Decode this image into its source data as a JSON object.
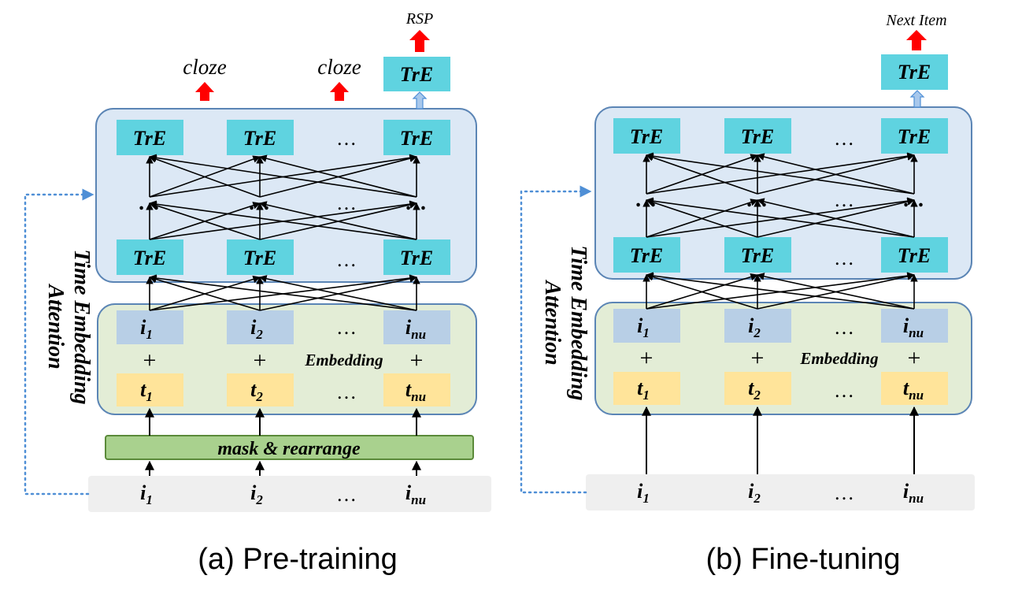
{
  "panels": [
    {
      "id": "pretraining",
      "caption": "(a) Pre-training",
      "side_label_line1": "Time Embedding",
      "side_label_line2": "Attention",
      "top_output_label": "RSP",
      "cloze_label": "cloze",
      "trE_label": "TrE",
      "dots": "…",
      "embedding_label": "Embedding",
      "mask_label": "mask & rearrange",
      "item_labels": [
        "i",
        "i",
        "i"
      ],
      "item_subscripts": [
        "1",
        "2",
        "nu"
      ],
      "time_labels": [
        "t",
        "t",
        "t"
      ],
      "time_subscripts": [
        "1",
        "2",
        "nu"
      ],
      "plus": "+"
    },
    {
      "id": "finetuning",
      "caption": "(b) Fine-tuning",
      "side_label_line1": "Time Embedding",
      "side_label_line2": "Attention",
      "top_output_label": "Next Item",
      "trE_label": "TrE",
      "dots": "…",
      "embedding_label": "Embedding",
      "item_labels": [
        "i",
        "i",
        "i"
      ],
      "item_subscripts": [
        "1",
        "2",
        "nu"
      ],
      "time_labels": [
        "t",
        "t",
        "t"
      ],
      "time_subscripts": [
        "1",
        "2",
        "nu"
      ],
      "plus": "+"
    }
  ],
  "colors": {
    "transformer_box_fill": "#dce8f5",
    "transformer_box_stroke": "#5b85b5",
    "embedding_box_fill": "#e3edd6",
    "trE_fill": "#5fd3e0",
    "item_fill": "#b8cfe6",
    "time_fill": "#ffe49a",
    "mask_fill": "#a9d18e",
    "mask_stroke": "#5b8a3a",
    "input_row_fill": "#efefef",
    "output_arrow_red": "#ff0000",
    "dotted_line_blue": "#4f8fd6",
    "arrow_black": "#000000"
  }
}
